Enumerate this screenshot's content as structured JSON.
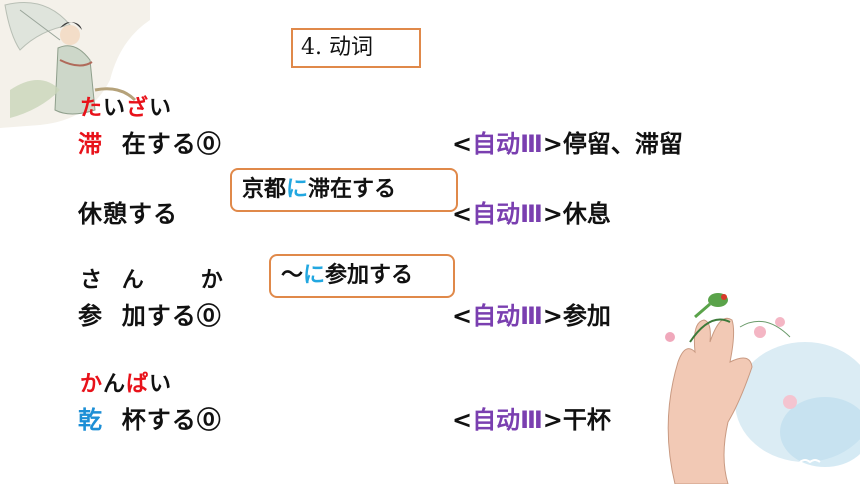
{
  "title": "4. 动词",
  "callouts": [
    {
      "pre": "京都",
      "particle": "に",
      "post": "滞在する"
    },
    {
      "pre": "～",
      "particle": "に",
      "post": "参加する"
    }
  ],
  "entries": [
    {
      "ruby": [
        "た",
        "い",
        "ざ",
        "い"
      ],
      "kanji": "滞",
      "rest": "在する⓪",
      "tag_open": "<",
      "tag": "自动Ⅲ",
      "tag_close": ">",
      "meaning": "停留、滞留"
    },
    {
      "word": "休憩する",
      "tag_open": "<",
      "tag": "自动Ⅲ",
      "tag_close": ">",
      "meaning": "休息"
    },
    {
      "ruby": [
        "さ",
        "ん",
        "か"
      ],
      "kanji": "参",
      "rest": "加する⓪",
      "tag_open": "<",
      "tag": "自动Ⅲ",
      "tag_close": ">",
      "meaning": "参加"
    },
    {
      "ruby": [
        "か",
        "ん",
        "ぱ",
        "い"
      ],
      "kanji": "乾",
      "rest": "杯する⓪",
      "tag_open": "<",
      "tag": "自动Ⅲ",
      "tag_close": ">",
      "meaning": "干杯"
    }
  ],
  "colors": {
    "accent_orange": "#e0894a",
    "kana_red": "#e8121a",
    "kanji_blue": "#1d8fd6",
    "tag_purple": "#7a3fb0",
    "particle_cyan": "#22a7e0"
  },
  "decorations": [
    "girl-with-parasol-illustration",
    "bird-on-hand-floral-illustration"
  ]
}
